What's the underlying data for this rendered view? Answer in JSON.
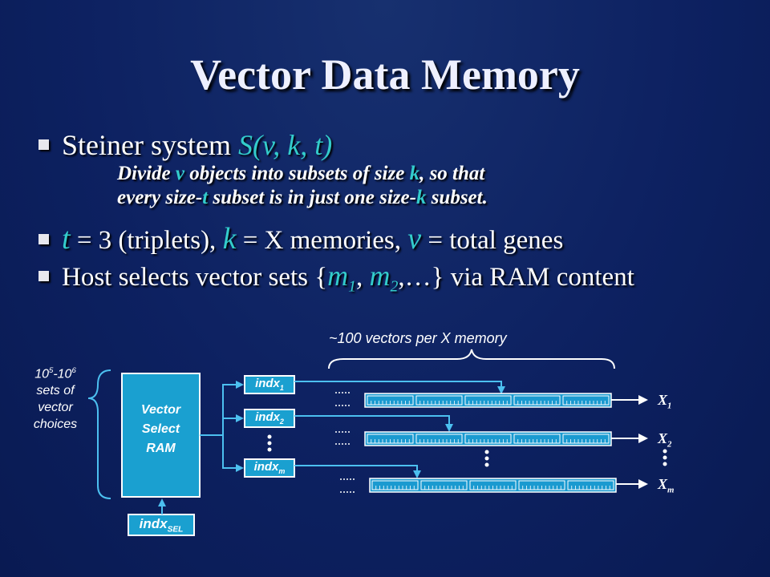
{
  "title": "Vector Data Memory",
  "bullets": {
    "b1": {
      "text": "Steiner system ",
      "formula": "S(v, k, t)"
    },
    "b1_desc": {
      "line1_a": "Divide ",
      "v1": "v",
      "line1_b": " objects into subsets of size ",
      "k1": "k",
      "line1_c": ", so that",
      "line2_a": "every size-",
      "t1": "t",
      "line2_b": " subset is in just one size-",
      "k2": "k",
      "line2_c": " subset."
    },
    "b2": {
      "t": "t",
      "eq1": " = 3 (triplets), ",
      "k": "k",
      "eq2": " = X memories, ",
      "v": "v",
      "eq3": " = total genes"
    },
    "b3": {
      "a": "Host selects vector sets {",
      "m": "m",
      "s1": "1",
      "c": ", ",
      "m2": "m",
      "s2": "2",
      "d": ",…} via RAM content"
    }
  },
  "diagram": {
    "left_label": {
      "base1": "10",
      "exp1": "5",
      "dash": "-10",
      "exp2": "6",
      "l2": "sets of",
      "l3": "vector",
      "l4": "choices"
    },
    "ram_box": {
      "l1": "Vector",
      "l2": "Select",
      "l3": "RAM"
    },
    "indx_sel": {
      "base": "indx",
      "sub": "SEL"
    },
    "indx": [
      {
        "base": "indx",
        "sub": "1"
      },
      {
        "base": "indx",
        "sub": "2"
      },
      {
        "base": "indx",
        "sub": "m"
      }
    ],
    "vectors_caption": "~100 vectors per X memory",
    "outputs": [
      {
        "base": "X",
        "sub": "1"
      },
      {
        "base": "X",
        "sub": "2"
      },
      {
        "base": "X",
        "sub": "m"
      }
    ],
    "colors": {
      "box_fill": "#1aa0d0",
      "line": "#4cc0f0",
      "bar_fill": "#1a9ad0"
    }
  }
}
